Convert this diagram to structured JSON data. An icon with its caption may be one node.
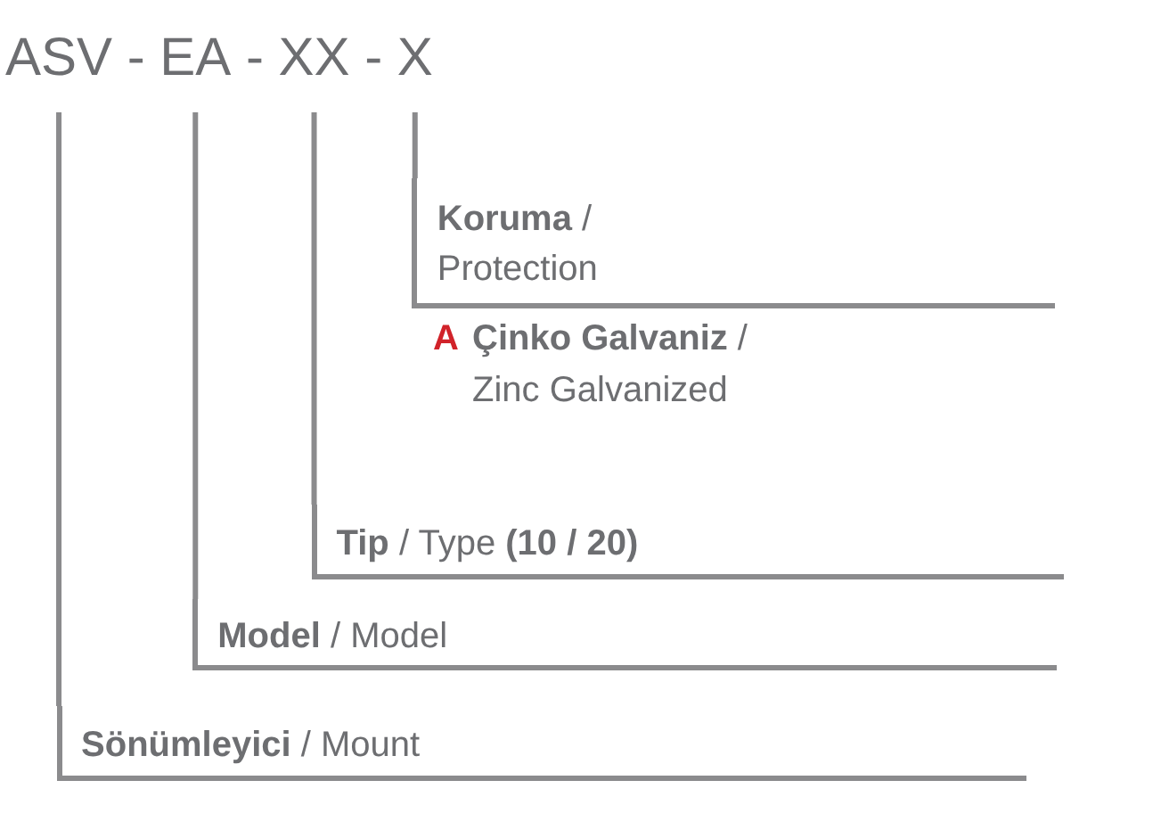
{
  "diagram": {
    "nodes": [
      {
        "text": [
          "ASV"
        ]
      },
      {
        "text": [
          "EA"
        ]
      },
      {
        "text": [
          "XX"
        ]
      },
      {
        "text": [
          "X"
        ]
      },
      {
        "text": [
          "**Koruma** / Protection"
        ],
        "beside": [
          "A",
          "**Çinko Galvaniz** / Zinc Galvanized"
        ]
      },
      {
        "text": [
          "**Tip** / Type **(10 / 20)**"
        ]
      },
      {
        "text": [
          "**Model** / Model"
        ]
      },
      {
        "text": [
          "**Sönümleyici** / Mount"
        ]
      }
    ],
    "edges": [
      {
        "from": 0,
        "to": 7,
        "arrow": "none"
      },
      {
        "from": 1,
        "to": 6,
        "arrow": "none"
      },
      {
        "from": 2,
        "to": 5,
        "arrow": "none"
      },
      {
        "from": 3,
        "to": 4,
        "arrow": "none"
      }
    ],
    "labels": [
      "-",
      "-",
      "-"
    ]
  }
}
